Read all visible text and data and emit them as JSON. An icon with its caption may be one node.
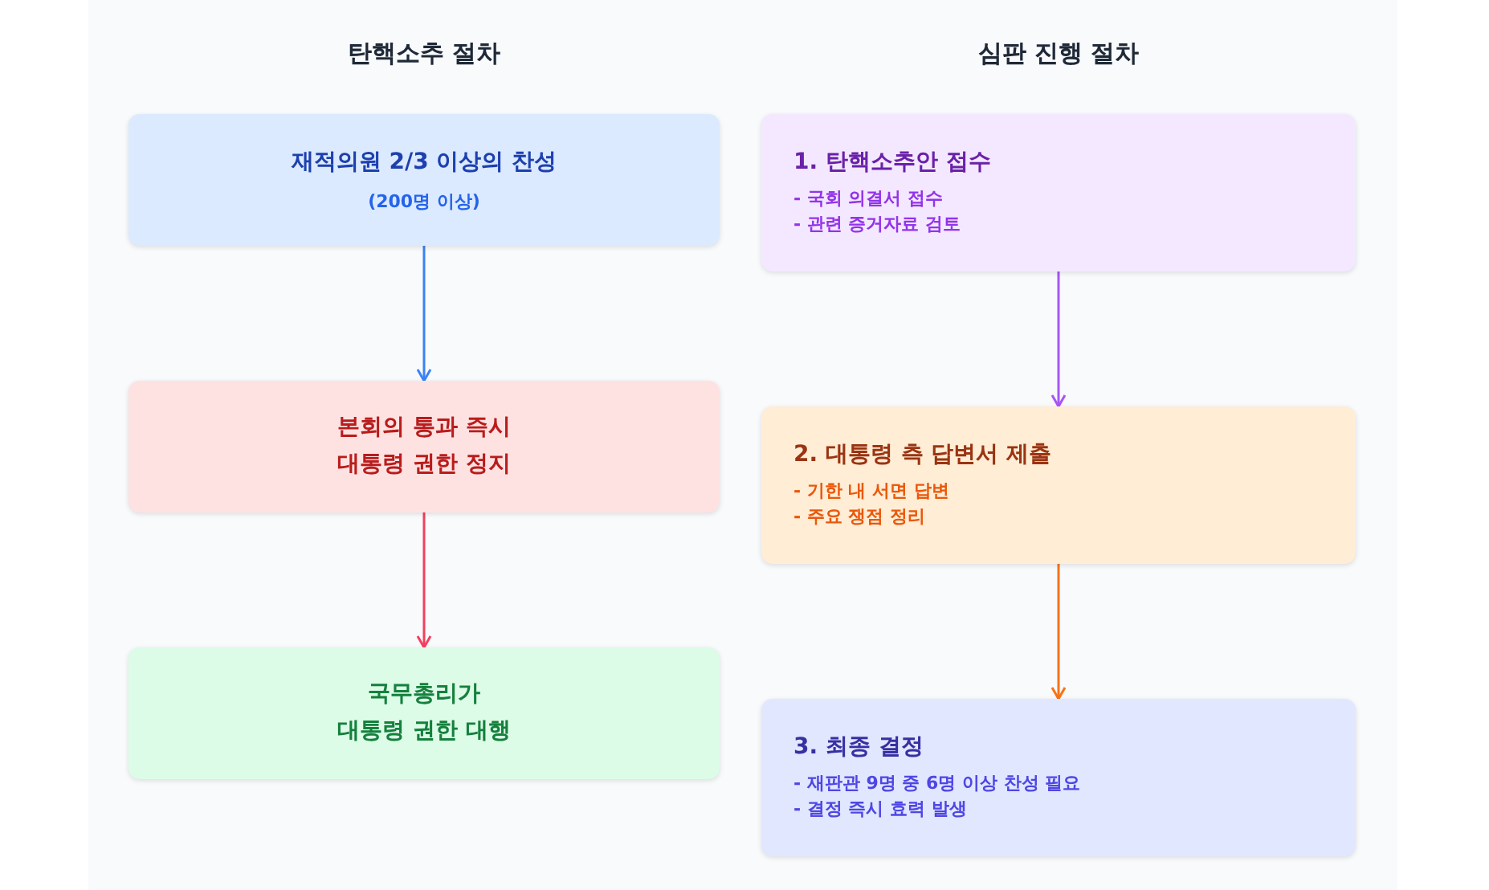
{
  "diagram": {
    "nodes": [
      {
        "text": [
          "재적의원 2/3 이상의 찬성",
          "(200명 이상)"
        ]
      },
      {
        "text": [
          "본회의 통과 즉시",
          "대통령 권한 정지"
        ]
      },
      {
        "text": [
          "국무총리가",
          "대통령 권한 대행"
        ]
      },
      {
        "text": [
          "1. 탄핵소추안 접수",
          "- 국회 의결서 접수",
          "- 관련 증거자료 검토"
        ]
      },
      {
        "text": [
          "2. 대통령 측 답변서 제출",
          "- 기한 내 서면 답변",
          "- 주요 쟁점 정리"
        ]
      },
      {
        "text": [
          "3. 최종 결정",
          "- 재판관 9명 중 6명 이상 찬성 필요",
          "- 결정 즉시 효력 발생"
        ]
      }
    ],
    "edges": [
      {
        "from": 0,
        "to": 1,
        "arrow": "to",
        "color": "#3b82f6"
      },
      {
        "from": 1,
        "to": 2,
        "arrow": "to",
        "color": "#f43f5e"
      },
      {
        "from": 3,
        "to": 4,
        "arrow": "to",
        "color": "#a855f7"
      },
      {
        "from": 4,
        "to": 5,
        "arrow": "to",
        "color": "#f97316"
      }
    ],
    "labels": [
      "탄핵소추 절차",
      "심판 진행 절차"
    ]
  }
}
